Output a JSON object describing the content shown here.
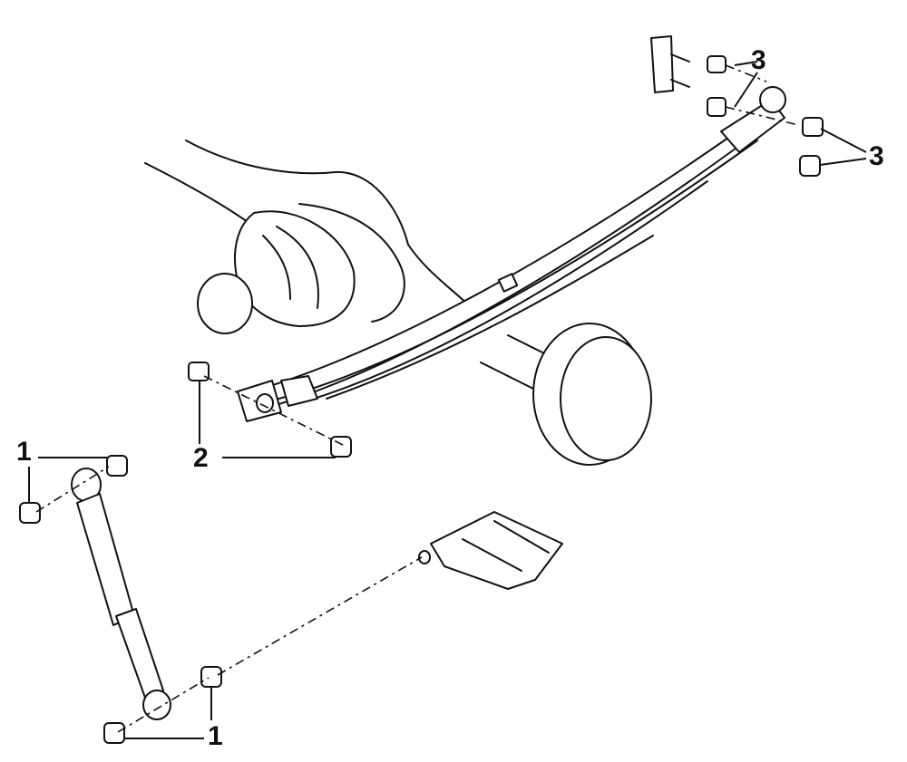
{
  "callouts": {
    "shock_mount_nuts": "1",
    "spring_front_bolt": "2",
    "shackle_bolts": "3"
  }
}
